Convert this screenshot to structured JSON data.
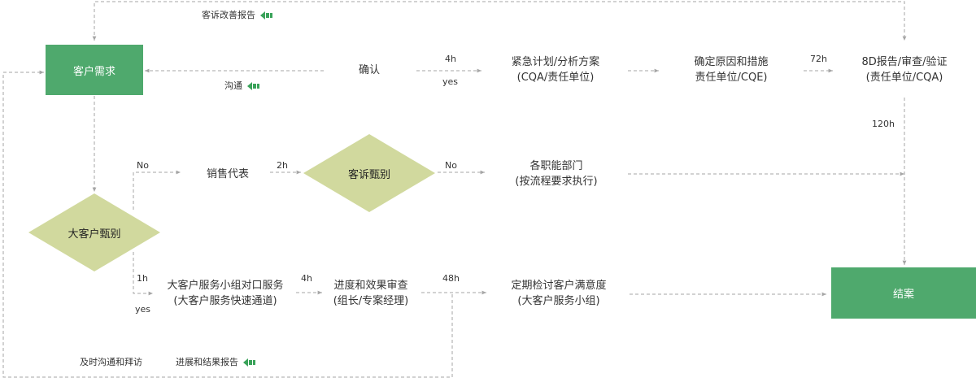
{
  "nodes": {
    "customer_demand": "客户需求",
    "confirm": "确认",
    "emergency_plan": [
      "紧急计划/分析方案",
      "(CQA/责任单位)"
    ],
    "root_cause": [
      "确定原因和措施",
      "责任单位/CQE)"
    ],
    "report_8d": [
      "8D报告/审查/验证",
      "(责任单位/CQA)"
    ],
    "sales_rep": "销售代表",
    "complaint_screen": "客诉甄别",
    "departments": [
      "各职能部门",
      "(按流程要求执行)"
    ],
    "big_customer_screen": "大客户甄别",
    "big_customer_service": [
      "大客户服务小组对口服务",
      "(大客户服务快速通道)"
    ],
    "progress_review": [
      "进度和效果审查",
      "(组长/专案经理)"
    ],
    "satisfaction": [
      "定期检讨客户满意度",
      "(大客户服务小组)"
    ],
    "close_case": "结案"
  },
  "edge_labels": {
    "complaint_report": "客诉改善报告",
    "communicate": "沟通",
    "t_4h_top": "4h",
    "yes_top": "yes",
    "t_72h": "72h",
    "t_120h": "120h",
    "no_left": "No",
    "t_2h": "2h",
    "no_right": "No",
    "t_1h": "1h",
    "yes_bottom": "yes",
    "t_4h_bottom": "4h",
    "t_48h": "48h",
    "timely_visit": "及时沟通和拜访",
    "progress_report": "进展和结果报告"
  },
  "colors": {
    "box_green": "#4fa96d",
    "diamond_olive": "#d1d99e",
    "line_gray": "#a6a6a6",
    "icon_green": "#3aa35a"
  },
  "icons": {
    "report_arrow": "left-arrow-icon"
  }
}
